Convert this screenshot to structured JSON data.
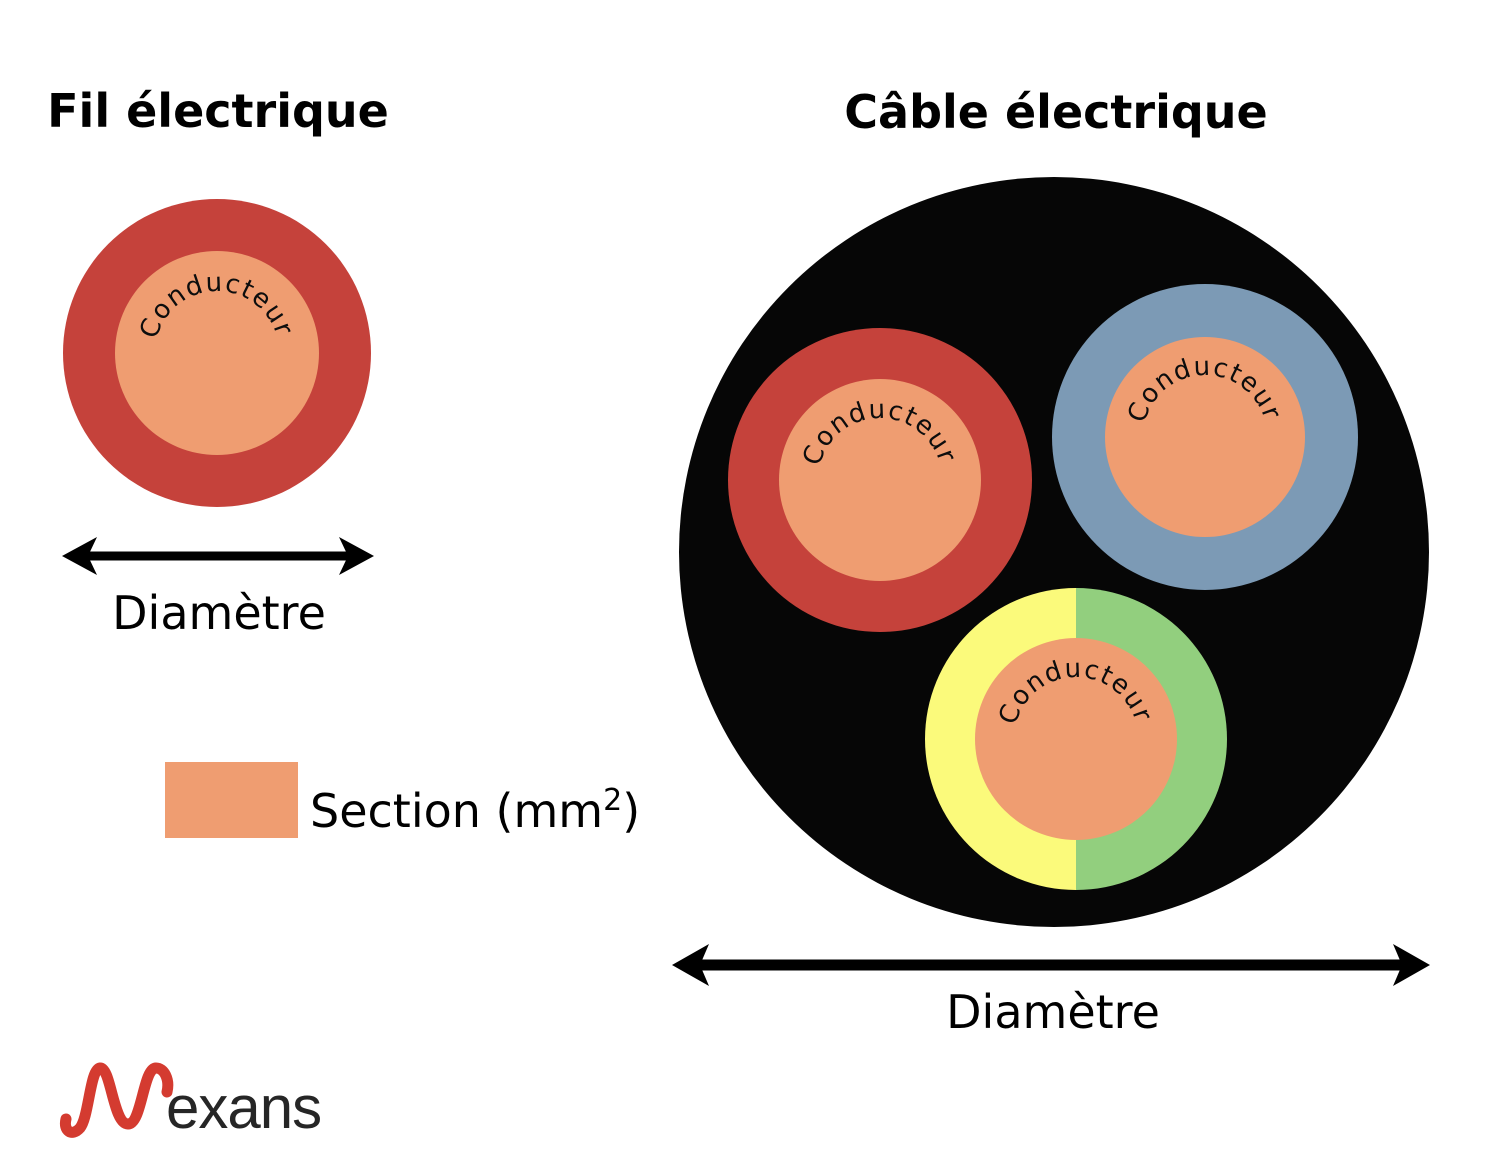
{
  "wire": {
    "title": "Fil électrique",
    "conductor_label": "Conducteur",
    "diameter_label": "Diamètre"
  },
  "legend": {
    "label_prefix": "Section (mm",
    "label_sup": "2",
    "label_suffix": ")"
  },
  "cable": {
    "title": "Câble électrique",
    "diameter_label": "Diamètre",
    "conductors": [
      {
        "name": "red-insulated-conductor",
        "label": "Conducteur"
      },
      {
        "name": "blue-insulated-conductor",
        "label": "Conducteur"
      },
      {
        "name": "yellow-green-insulated-conductor",
        "label": "Conducteur"
      }
    ]
  },
  "logo": {
    "wordmark": "exans"
  },
  "colors": {
    "insulation_red": "#C5423B",
    "conductor_orange": "#EF9D71",
    "insulation_blue": "#7C9AB5",
    "insulation_yellow": "#FBFA7B",
    "insulation_green": "#92CF7E",
    "sheath_black": "#060606",
    "arrow_black": "#000000",
    "logo_red": "#D43B30",
    "logo_text": "#262626"
  }
}
